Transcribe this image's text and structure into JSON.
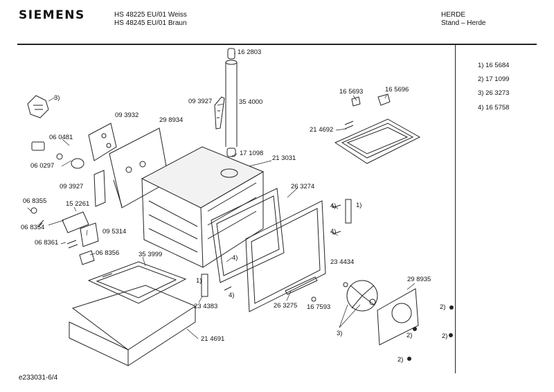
{
  "header": {
    "brand": "SIEMENS",
    "model_line_1": "HS 48225  EU/01  Weiss",
    "model_line_2": "HS 48245  EU/01  Braun",
    "category": "HERDE",
    "subcategory": "Stand – Herde"
  },
  "footnotes": [
    "1) 16 5684",
    "2) 17 1099",
    "3) 26 3273",
    "4) 16 5758"
  ],
  "part_labels": {
    "p162803": "16 2803",
    "p354000": "35 4000",
    "p093927a": "09 3927",
    "p171098": "17 1098",
    "p213031": "21 3031",
    "p093932": "09 3932",
    "p298934": "29 8934",
    "p060481": "06 0481",
    "p060297": "06 0297",
    "p093927b": "09 3927",
    "p068355": "06 8355",
    "p152261": "15 2261",
    "p068354": "06 8354",
    "p095314": "09 5314",
    "p068361": "06 8361",
    "p068356": "06 8356",
    "p353999": "35 3999",
    "p263274": "26 3274",
    "p234434": "23 4434",
    "p234383": "23 4383",
    "p263275": "26 3275",
    "p167593": "16 7593",
    "p214691": "21 4691",
    "p165693": "16 5693",
    "p165696": "16 5696",
    "p214692": "21 4692",
    "p298935": "29 8935"
  },
  "callouts": {
    "c3_top": "3)",
    "c3_fan": "3)",
    "c4_door": "4)",
    "c4_hinge_a": "4)",
    "c4_hinge_b": "4)",
    "c4_bottom": "4)",
    "c1_hinge_r": "1)",
    "c1_hinge_l": "1)",
    "c2_a": "2)",
    "c2_b": "2)",
    "c2_c": "2)",
    "c2_d": "2)"
  },
  "footer": {
    "drawing_id": "e233031-6/4"
  }
}
